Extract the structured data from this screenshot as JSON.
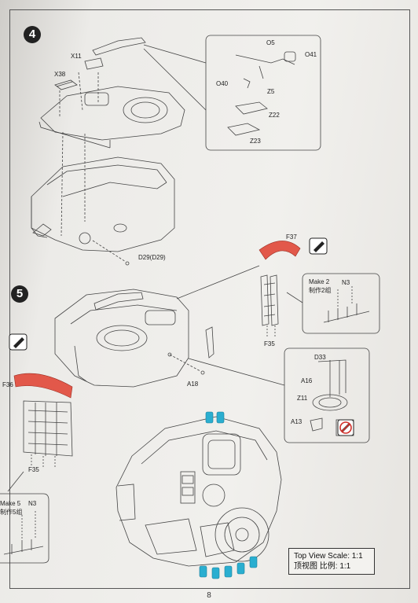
{
  "steps": {
    "four": "4",
    "five": "5"
  },
  "labels": {
    "x11": "X11",
    "x38": "X38",
    "o5": "O5",
    "o41": "O41",
    "o40": "O40",
    "z5": "Z5",
    "z22": "Z22",
    "z23": "Z23",
    "d29": "D29(D29)",
    "f37": "F37",
    "f35a": "F35",
    "f36": "F36",
    "f35b": "F35",
    "a18": "A18",
    "make2": "Make 2",
    "make2_cn": "制作2组",
    "n3a": "N3",
    "d33": "D33",
    "a16": "A16",
    "z11": "Z11",
    "a13": "A13",
    "make5": "Make 5",
    "make5_cn": "制作5组",
    "n3b": "N3"
  },
  "scale": {
    "en": "Top View Scale: 1:1",
    "cn": "顶视图 比例: 1:1"
  },
  "page_number": "8",
  "colors": {
    "red_part": "#e2584a",
    "blue_part": "#2aaed0",
    "line": "#444444"
  },
  "icons": [
    "glue-icon",
    "glue-icon",
    "no-glue-icon"
  ]
}
